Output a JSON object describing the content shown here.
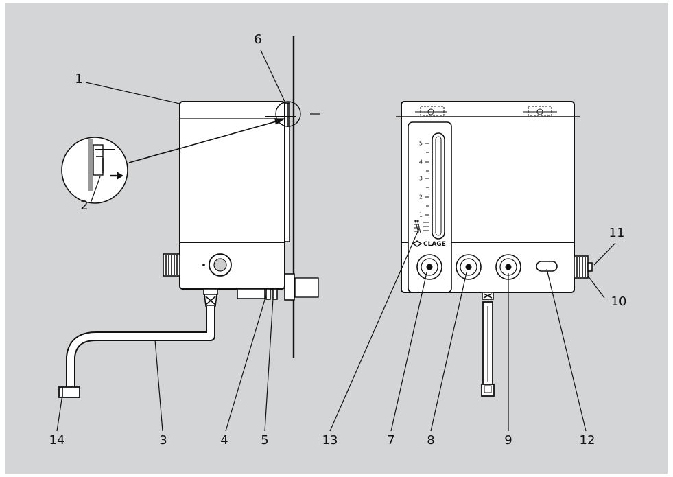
{
  "callouts": [
    "1",
    "2",
    "3",
    "4",
    "5",
    "6",
    "7",
    "8",
    "9",
    "10",
    "11",
    "12",
    "13",
    "14"
  ],
  "scale_marks": [
    "5",
    "4",
    "3",
    "2",
    "1"
  ],
  "brand": "CLAGE",
  "colors": {
    "background": "#d4d5d6",
    "device_body": "#ffffff",
    "line": "#111111"
  }
}
